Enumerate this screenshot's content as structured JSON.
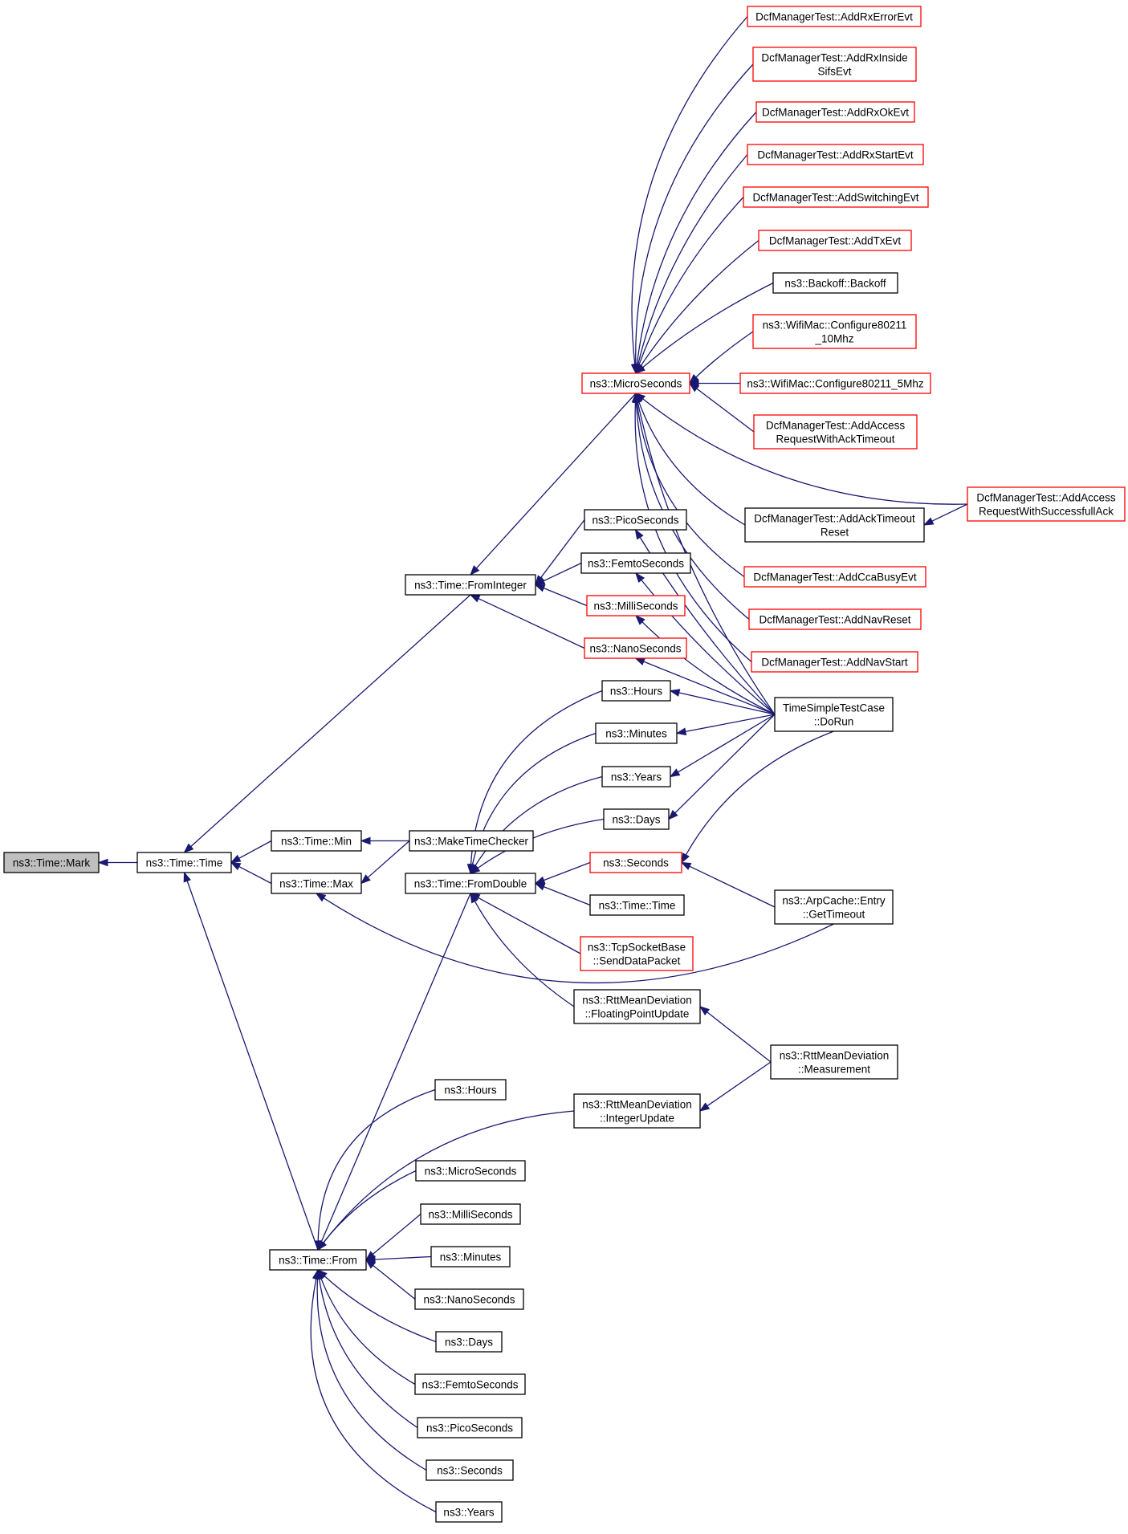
{
  "colors": {
    "edge": "#191970",
    "border_default": "#000000",
    "border_truncated": "#ff0000",
    "fill_focus": "#bfbfbf",
    "fill_default": "#ffffff"
  },
  "nodes": [
    {
      "id": "mark",
      "lines": [
        "ns3::Time::Mark"
      ],
      "style": "focus"
    },
    {
      "id": "timetime",
      "lines": [
        "ns3::Time::Time"
      ],
      "style": "normal"
    },
    {
      "id": "timemin",
      "lines": [
        "ns3::Time::Min"
      ],
      "style": "normal"
    },
    {
      "id": "timemax",
      "lines": [
        "ns3::Time::Max"
      ],
      "style": "normal"
    },
    {
      "id": "maketimechecker",
      "lines": [
        "ns3::MakeTimeChecker"
      ],
      "style": "normal"
    },
    {
      "id": "fromint",
      "lines": [
        "ns3::Time::FromInteger"
      ],
      "style": "normal"
    },
    {
      "id": "fromdouble",
      "lines": [
        "ns3::Time::FromDouble"
      ],
      "style": "normal"
    },
    {
      "id": "timefrom",
      "lines": [
        "ns3::Time::From"
      ],
      "style": "normal"
    },
    {
      "id": "micro",
      "lines": [
        "ns3::MicroSeconds"
      ],
      "style": "truncated"
    },
    {
      "id": "pico",
      "lines": [
        "ns3::PicoSeconds"
      ],
      "style": "normal"
    },
    {
      "id": "femto",
      "lines": [
        "ns3::FemtoSeconds"
      ],
      "style": "normal"
    },
    {
      "id": "milli",
      "lines": [
        "ns3::MilliSeconds"
      ],
      "style": "truncated"
    },
    {
      "id": "nano",
      "lines": [
        "ns3::NanoSeconds"
      ],
      "style": "truncated"
    },
    {
      "id": "hours",
      "lines": [
        "ns3::Hours"
      ],
      "style": "normal"
    },
    {
      "id": "minutes",
      "lines": [
        "ns3::Minutes"
      ],
      "style": "normal"
    },
    {
      "id": "years",
      "lines": [
        "ns3::Years"
      ],
      "style": "normal"
    },
    {
      "id": "days",
      "lines": [
        "ns3::Days"
      ],
      "style": "normal"
    },
    {
      "id": "seconds",
      "lines": [
        "ns3::Seconds"
      ],
      "style": "truncated"
    },
    {
      "id": "timetime2",
      "lines": [
        "ns3::Time::Time"
      ],
      "style": "normal"
    },
    {
      "id": "tcpsend",
      "lines": [
        "ns3::TcpSocketBase",
        "::SendDataPacket"
      ],
      "style": "truncated"
    },
    {
      "id": "floatupd",
      "lines": [
        "ns3::RttMeanDeviation",
        "::FloatingPointUpdate"
      ],
      "style": "normal"
    },
    {
      "id": "intupd",
      "lines": [
        "ns3::RttMeanDeviation",
        "::IntegerUpdate"
      ],
      "style": "normal"
    },
    {
      "id": "f_hours",
      "lines": [
        "ns3::Hours"
      ],
      "style": "normal"
    },
    {
      "id": "f_micro",
      "lines": [
        "ns3::MicroSeconds"
      ],
      "style": "normal"
    },
    {
      "id": "f_milli",
      "lines": [
        "ns3::MilliSeconds"
      ],
      "style": "normal"
    },
    {
      "id": "f_minutes",
      "lines": [
        "ns3::Minutes"
      ],
      "style": "normal"
    },
    {
      "id": "f_nano",
      "lines": [
        "ns3::NanoSeconds"
      ],
      "style": "normal"
    },
    {
      "id": "f_days",
      "lines": [
        "ns3::Days"
      ],
      "style": "normal"
    },
    {
      "id": "f_femto",
      "lines": [
        "ns3::FemtoSeconds"
      ],
      "style": "normal"
    },
    {
      "id": "f_pico",
      "lines": [
        "ns3::PicoSeconds"
      ],
      "style": "normal"
    },
    {
      "id": "f_seconds",
      "lines": [
        "ns3::Seconds"
      ],
      "style": "normal"
    },
    {
      "id": "f_years",
      "lines": [
        "ns3::Years"
      ],
      "style": "normal"
    },
    {
      "id": "rxerr",
      "lines": [
        "DcfManagerTest::AddRxErrorEvt"
      ],
      "style": "truncated"
    },
    {
      "id": "rxinside",
      "lines": [
        "DcfManagerTest::AddRxInside",
        "SifsEvt"
      ],
      "style": "truncated"
    },
    {
      "id": "rxok",
      "lines": [
        "DcfManagerTest::AddRxOkEvt"
      ],
      "style": "truncated"
    },
    {
      "id": "rxstart",
      "lines": [
        "DcfManagerTest::AddRxStartEvt"
      ],
      "style": "truncated"
    },
    {
      "id": "switching",
      "lines": [
        "DcfManagerTest::AddSwitchingEvt"
      ],
      "style": "truncated"
    },
    {
      "id": "txevt",
      "lines": [
        "DcfManagerTest::AddTxEvt"
      ],
      "style": "truncated"
    },
    {
      "id": "backoff",
      "lines": [
        "ns3::Backoff::Backoff"
      ],
      "style": "normal"
    },
    {
      "id": "conf10",
      "lines": [
        "ns3::WifiMac::Configure80211",
        "_10Mhz"
      ],
      "style": "truncated"
    },
    {
      "id": "conf5",
      "lines": [
        "ns3::WifiMac::Configure80211_5Mhz"
      ],
      "style": "truncated"
    },
    {
      "id": "accessack",
      "lines": [
        "DcfManagerTest::AddAccess",
        "RequestWithAckTimeout"
      ],
      "style": "truncated"
    },
    {
      "id": "accesssucc",
      "lines": [
        "DcfManagerTest::AddAccess",
        "RequestWithSuccessfullAck"
      ],
      "style": "truncated"
    },
    {
      "id": "acktimeout",
      "lines": [
        "DcfManagerTest::AddAckTimeout",
        "Reset"
      ],
      "style": "normal"
    },
    {
      "id": "ccabusy",
      "lines": [
        "DcfManagerTest::AddCcaBusyEvt"
      ],
      "style": "truncated"
    },
    {
      "id": "navreset",
      "lines": [
        "DcfManagerTest::AddNavReset"
      ],
      "style": "truncated"
    },
    {
      "id": "navstart",
      "lines": [
        "DcfManagerTest::AddNavStart"
      ],
      "style": "truncated"
    },
    {
      "id": "dorun",
      "lines": [
        "TimeSimpleTestCase",
        "::DoRun"
      ],
      "style": "normal"
    },
    {
      "id": "arpentry",
      "lines": [
        "ns3::ArpCache::Entry",
        "::GetTimeout"
      ],
      "style": "normal"
    },
    {
      "id": "measurement",
      "lines": [
        "ns3::RttMeanDeviation",
        "::Measurement"
      ],
      "style": "normal"
    }
  ],
  "edges": [
    [
      "mark",
      "timetime"
    ],
    [
      "timetime",
      "timemin"
    ],
    [
      "timetime",
      "timemax"
    ],
    [
      "timetime",
      "fromint"
    ],
    [
      "timetime",
      "timefrom"
    ],
    [
      "timemin",
      "maketimechecker"
    ],
    [
      "timemax",
      "maketimechecker"
    ],
    [
      "timemax",
      "arpentry"
    ],
    [
      "fromint",
      "micro"
    ],
    [
      "fromint",
      "pico"
    ],
    [
      "fromint",
      "femto"
    ],
    [
      "fromint",
      "milli"
    ],
    [
      "fromint",
      "nano"
    ],
    [
      "micro",
      "rxerr"
    ],
    [
      "micro",
      "rxinside"
    ],
    [
      "micro",
      "rxok"
    ],
    [
      "micro",
      "rxstart"
    ],
    [
      "micro",
      "switching"
    ],
    [
      "micro",
      "txevt"
    ],
    [
      "micro",
      "backoff"
    ],
    [
      "micro",
      "conf10"
    ],
    [
      "micro",
      "conf5"
    ],
    [
      "micro",
      "accessack"
    ],
    [
      "micro",
      "accesssucc"
    ],
    [
      "micro",
      "acktimeout"
    ],
    [
      "micro",
      "ccabusy"
    ],
    [
      "micro",
      "navreset"
    ],
    [
      "micro",
      "navstart"
    ],
    [
      "micro",
      "dorun"
    ],
    [
      "acktimeout",
      "accesssucc"
    ],
    [
      "pico",
      "dorun"
    ],
    [
      "femto",
      "dorun"
    ],
    [
      "milli",
      "dorun"
    ],
    [
      "nano",
      "dorun"
    ],
    [
      "fromdouble",
      "hours"
    ],
    [
      "fromdouble",
      "minutes"
    ],
    [
      "fromdouble",
      "years"
    ],
    [
      "fromdouble",
      "days"
    ],
    [
      "fromdouble",
      "seconds"
    ],
    [
      "fromdouble",
      "timetime2"
    ],
    [
      "fromdouble",
      "tcpsend"
    ],
    [
      "fromdouble",
      "floatupd"
    ],
    [
      "hours",
      "dorun"
    ],
    [
      "minutes",
      "dorun"
    ],
    [
      "years",
      "dorun"
    ],
    [
      "days",
      "dorun"
    ],
    [
      "seconds",
      "dorun"
    ],
    [
      "seconds",
      "arpentry"
    ],
    [
      "floatupd",
      "measurement"
    ],
    [
      "intupd",
      "measurement"
    ],
    [
      "timefrom",
      "fromdouble"
    ],
    [
      "timefrom",
      "f_hours"
    ],
    [
      "timefrom",
      "intupd"
    ],
    [
      "timefrom",
      "f_micro"
    ],
    [
      "timefrom",
      "f_milli"
    ],
    [
      "timefrom",
      "f_minutes"
    ],
    [
      "timefrom",
      "f_nano"
    ],
    [
      "timefrom",
      "f_days"
    ],
    [
      "timefrom",
      "f_femto"
    ],
    [
      "timefrom",
      "f_pico"
    ],
    [
      "timefrom",
      "f_seconds"
    ],
    [
      "timefrom",
      "f_years"
    ]
  ]
}
